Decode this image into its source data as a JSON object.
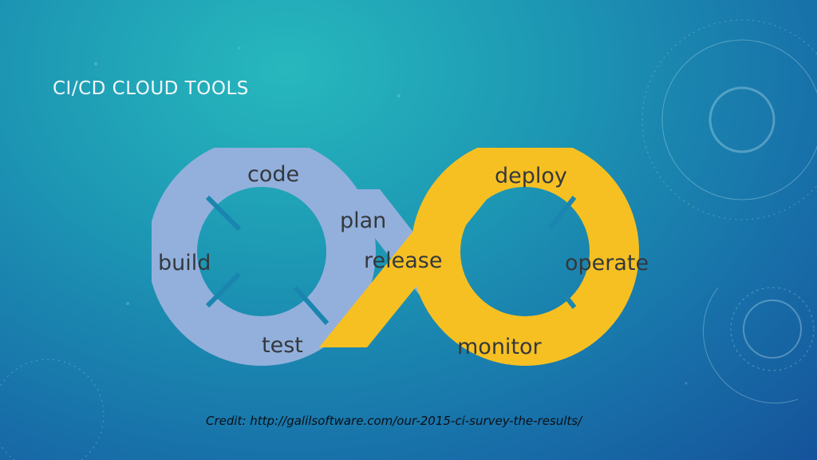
{
  "slide": {
    "title": "CI/CD CLOUD TOOLS",
    "credit": "Credit: http://galilsoftware.com/our-2015-ci-survey-the-results/"
  },
  "diagram": {
    "stages_left": [
      "code",
      "plan",
      "build",
      "test",
      "release"
    ],
    "stages_right": [
      "deploy",
      "operate",
      "monitor"
    ],
    "labels": {
      "code": "code",
      "plan": "plan",
      "build": "build",
      "test": "test",
      "release": "release",
      "deploy": "deploy",
      "operate": "operate",
      "monitor": "monitor"
    },
    "colors": {
      "left_loop": "#93b0dc",
      "right_loop": "#f6c022",
      "label_text": "#33383c",
      "gap": "#1a86b0"
    }
  }
}
